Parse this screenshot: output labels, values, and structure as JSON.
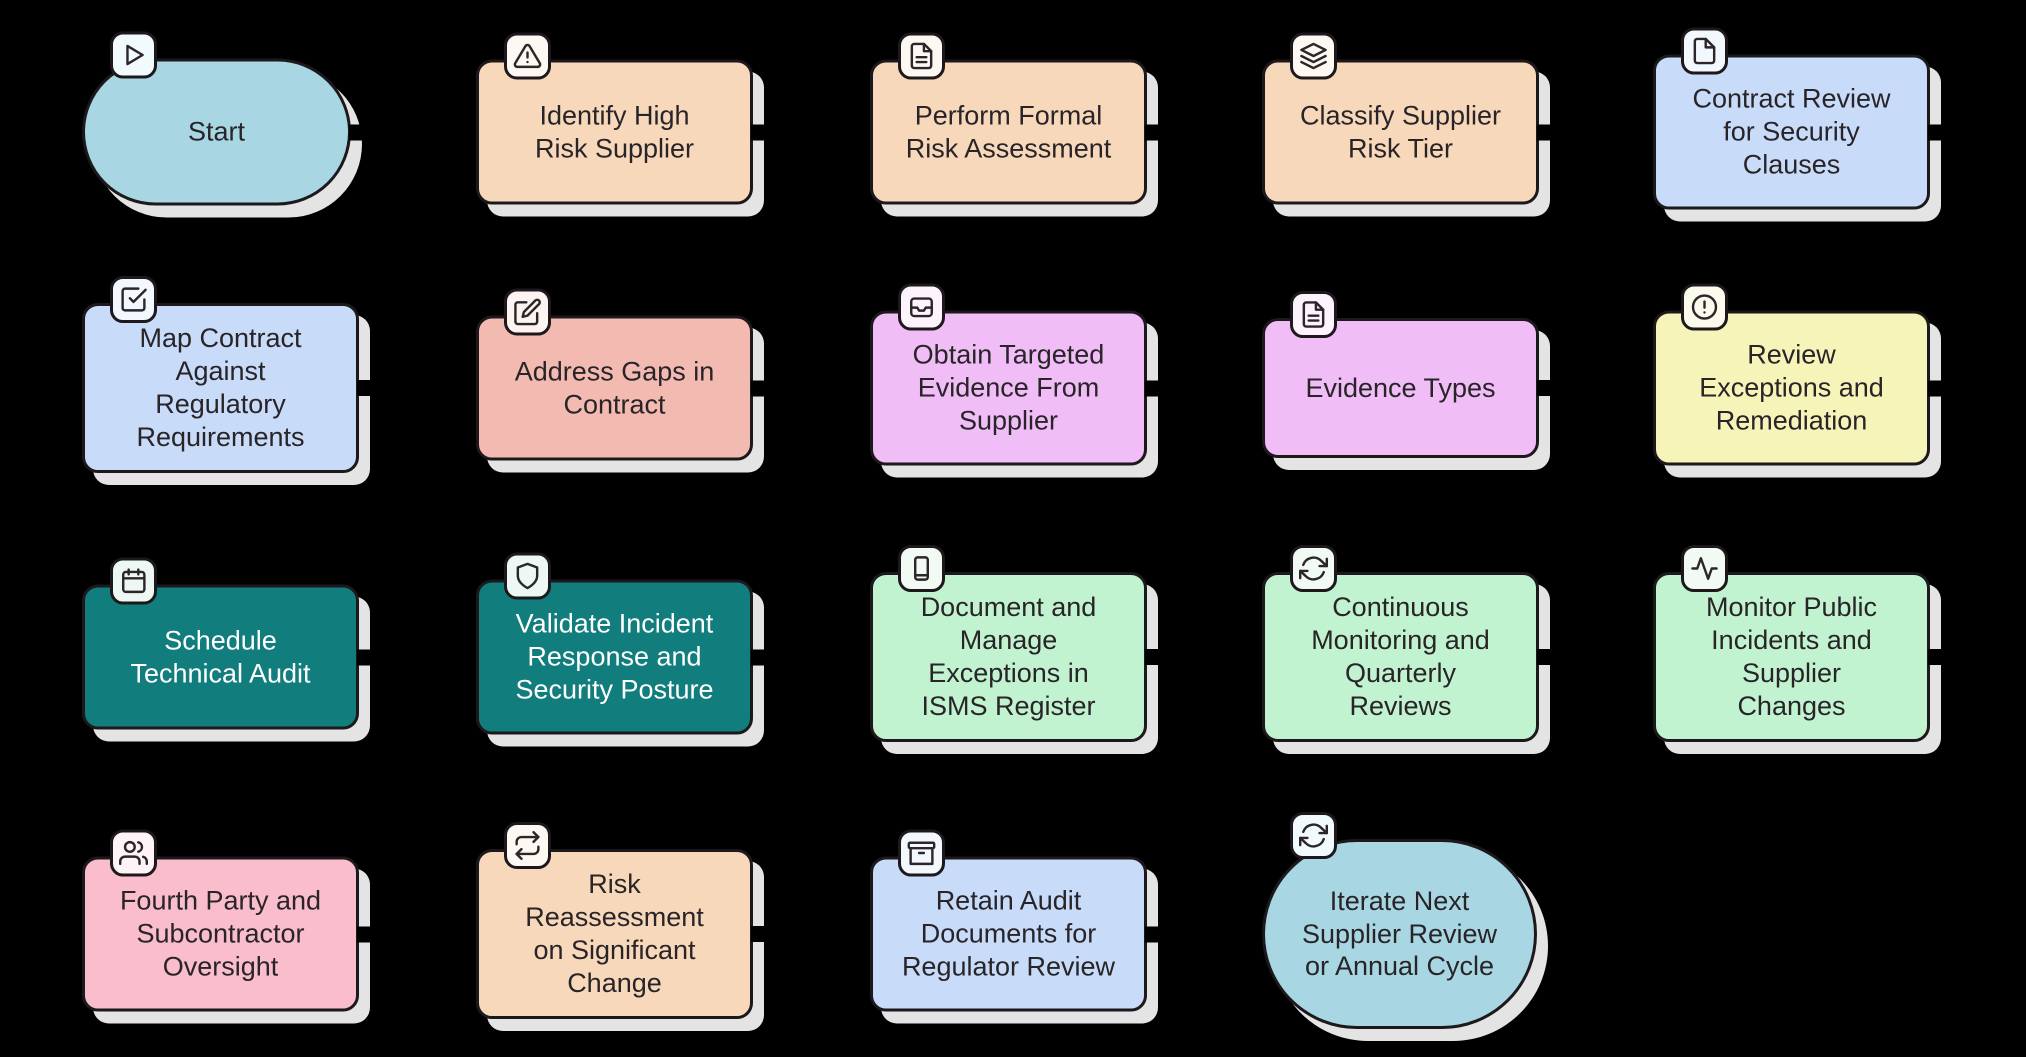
{
  "diagram": {
    "background": "#000000",
    "nodes": [
      {
        "id": "start",
        "label": "Start",
        "icon": "play-icon",
        "family": "blue",
        "shape": "stadium",
        "row": 1,
        "col": 1,
        "lines": 1,
        "right_stub": true
      },
      {
        "id": "identify-high-risk-supplier",
        "label": "Identify High\nRisk Supplier",
        "icon": "alert-triangle-icon",
        "family": "peach",
        "shape": "rect",
        "row": 1,
        "col": 2,
        "lines": 2,
        "right_stub": true
      },
      {
        "id": "perform-formal-risk-assessment",
        "label": "Perform Formal\nRisk Assessment",
        "icon": "file-text-icon",
        "family": "peach",
        "shape": "rect",
        "row": 1,
        "col": 3,
        "lines": 2,
        "right_stub": true
      },
      {
        "id": "classify-supplier-risk-tier",
        "label": "Classify Supplier\nRisk Tier",
        "icon": "layers-icon",
        "family": "peach",
        "shape": "rect",
        "row": 1,
        "col": 4,
        "lines": 2,
        "right_stub": true
      },
      {
        "id": "contract-review-for-security-clauses",
        "label": "Contract Review\nfor Security\nClauses",
        "icon": "file-icon",
        "family": "periwinkle",
        "shape": "rect",
        "row": 1,
        "col": 5,
        "lines": 3,
        "right_stub": true
      },
      {
        "id": "map-contract-against-regulatory-requirements",
        "label": "Map Contract\nAgainst\nRegulatory\nRequirements",
        "icon": "check-square-icon",
        "family": "periwinkle",
        "shape": "rect",
        "row": 2,
        "col": 1,
        "lines": 4,
        "right_stub": true
      },
      {
        "id": "address-gaps-in-contract",
        "label": "Address Gaps in\nContract",
        "icon": "edit-icon",
        "family": "salmon",
        "shape": "rect",
        "row": 2,
        "col": 2,
        "lines": 2,
        "right_stub": true
      },
      {
        "id": "obtain-targeted-evidence-from-supplier",
        "label": "Obtain Targeted\nEvidence From\nSupplier",
        "icon": "inbox-icon",
        "family": "violet",
        "shape": "rect",
        "row": 2,
        "col": 3,
        "lines": 3,
        "right_stub": true
      },
      {
        "id": "evidence-types",
        "label": "Evidence Types",
        "icon": "file-text-icon",
        "family": "violet",
        "shape": "rect",
        "row": 2,
        "col": 4,
        "lines": 1,
        "right_stub": true
      },
      {
        "id": "review-exceptions-and-remediation",
        "label": "Review\nExceptions and\nRemediation",
        "icon": "alert-circle-icon",
        "family": "yellow",
        "shape": "rect",
        "row": 2,
        "col": 5,
        "lines": 3,
        "right_stub": true
      },
      {
        "id": "schedule-technical-audit",
        "label": "Schedule\nTechnical Audit",
        "icon": "calendar-icon",
        "family": "teal",
        "shape": "rect",
        "row": 3,
        "col": 1,
        "lines": 2,
        "right_stub": true
      },
      {
        "id": "validate-incident-response-and-security-posture",
        "label": "Validate Incident\nResponse and\nSecurity Posture",
        "icon": "shield-icon",
        "family": "teal",
        "shape": "rect",
        "row": 3,
        "col": 2,
        "lines": 3,
        "right_stub": true
      },
      {
        "id": "document-and-manage-exceptions-in-isms-register",
        "label": "Document and\nManage\nExceptions in\nISMS Register",
        "icon": "book-icon",
        "family": "mint",
        "shape": "rect",
        "row": 3,
        "col": 3,
        "lines": 4,
        "right_stub": true
      },
      {
        "id": "continuous-monitoring-and-quarterly-reviews",
        "label": "Continuous\nMonitoring and\nQuarterly\nReviews",
        "icon": "refresh-icon",
        "family": "mint",
        "shape": "rect",
        "row": 3,
        "col": 4,
        "lines": 4,
        "right_stub": true
      },
      {
        "id": "monitor-public-incidents-and-supplier-changes",
        "label": "Monitor Public\nIncidents and\nSupplier\nChanges",
        "icon": "activity-icon",
        "family": "mint",
        "shape": "rect",
        "row": 3,
        "col": 5,
        "lines": 4,
        "right_stub": true
      },
      {
        "id": "fourth-party-and-subcontractor-oversight",
        "label": "Fourth Party and\nSubcontractor\nOversight",
        "icon": "users-icon",
        "family": "pink",
        "shape": "rect",
        "row": 4,
        "col": 1,
        "lines": 3,
        "right_stub": true
      },
      {
        "id": "risk-reassessment-on-significant-change",
        "label": "Risk\nReassessment\non Significant\nChange",
        "icon": "repeat-icon",
        "family": "peach",
        "shape": "rect",
        "row": 4,
        "col": 2,
        "lines": 4,
        "right_stub": true
      },
      {
        "id": "retain-audit-documents-for-regulator-review",
        "label": "Retain Audit\nDocuments for\nRegulator Review",
        "icon": "archive-icon",
        "family": "periwinkle",
        "shape": "rect",
        "row": 4,
        "col": 3,
        "lines": 3,
        "right_stub": true
      },
      {
        "id": "iterate-next-supplier-review-or-annual-cycle",
        "label": "Iterate Next\nSupplier Review\nor Annual Cycle",
        "icon": "refresh-icon",
        "family": "blue",
        "shape": "stadium",
        "row": 4,
        "col": 4,
        "lines": 3,
        "right_stub": false
      }
    ]
  },
  "colors": {
    "border": "#1c181c",
    "shadow": "#e4e4e4",
    "icon_stroke": "#2b2628",
    "families": {
      "blue": {
        "fill": "#a8d7e3",
        "badge": "#f1fafc",
        "text": "#282428"
      },
      "peach": {
        "fill": "#f8d8ba",
        "badge": "#fdf8f2",
        "text": "#282428"
      },
      "periwinkle": {
        "fill": "#c8dbf8",
        "badge": "#f3f8fe",
        "text": "#282428"
      },
      "salmon": {
        "fill": "#f2bab1",
        "badge": "#fdf3f1",
        "text": "#282428"
      },
      "violet": {
        "fill": "#f0bdf6",
        "badge": "#fcf3fd",
        "text": "#282428"
      },
      "yellow": {
        "fill": "#f6f4b9",
        "badge": "#fbfaec",
        "text": "#282428"
      },
      "teal": {
        "fill": "#117d7d",
        "badge": "#edf8f4",
        "text": "#ffffff"
      },
      "mint": {
        "fill": "#c2f3d0",
        "badge": "#f1fbf4",
        "text": "#282428"
      },
      "pink": {
        "fill": "#f9bdcb",
        "badge": "#fef3f6",
        "text": "#282428"
      }
    }
  }
}
